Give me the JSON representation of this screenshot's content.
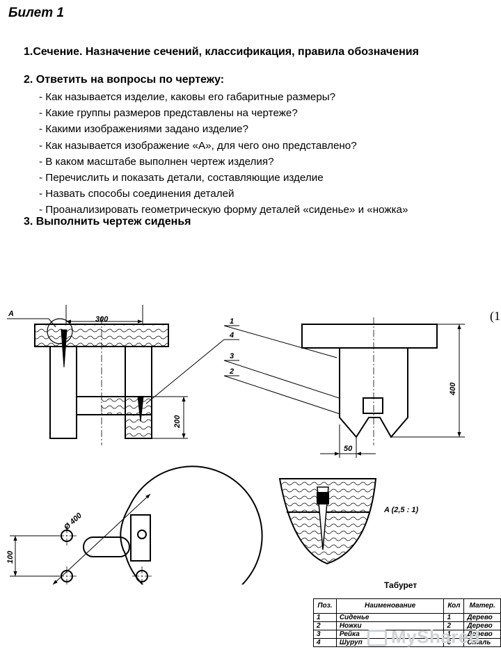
{
  "ticket": {
    "title": "Билет 1"
  },
  "questions": {
    "q1": "1.Сечение. Назначение сечений, классификация, правила обозначения",
    "q2": "2. Ответить на вопросы по чертежу:",
    "q2_items": [
      "- Как называется изделие, каковы его габаритные размеры?",
      "- Какие группы размеров представлены на чертеже?",
      "- Какими изображениями задано изделие?",
      "- Как называется изображение «А», для чего оно представлено?",
      "- В каком масштабе выполнен чертеж изделия?",
      "- Перечислить и показать детали, составляющие изделие",
      "- Назвать способы соединения деталей",
      "- Проанализировать геометрическую форму деталей «сиденье» и «ножка»"
    ],
    "q3": "3. Выполнить чертеж сиденья"
  },
  "drawing": {
    "label_a": "A",
    "dim_300": "300",
    "dim_200": "200",
    "dim_400": "400",
    "dim_50": "50",
    "dim_100": "100",
    "dim_diam": "Ø 400",
    "detail_label": "A (2,5 : 1)",
    "pos_1": "1",
    "pos_2": "2",
    "pos_3": "3",
    "pos_4": "4",
    "corner_mark": "(1"
  },
  "caption": "Табурет",
  "spec_table": {
    "headers": [
      "Поз.",
      "Наименование",
      "Кол",
      "Матер."
    ],
    "rows": [
      [
        "1",
        "Сиденье",
        "1",
        "Дерево"
      ],
      [
        "2",
        "Ножки",
        "2",
        "Дерево"
      ],
      [
        "3",
        "Рейка",
        "1",
        "Дерево"
      ],
      [
        "4",
        "Шуруп",
        "6",
        "Сталь"
      ]
    ]
  },
  "watermark": "MyShared"
}
